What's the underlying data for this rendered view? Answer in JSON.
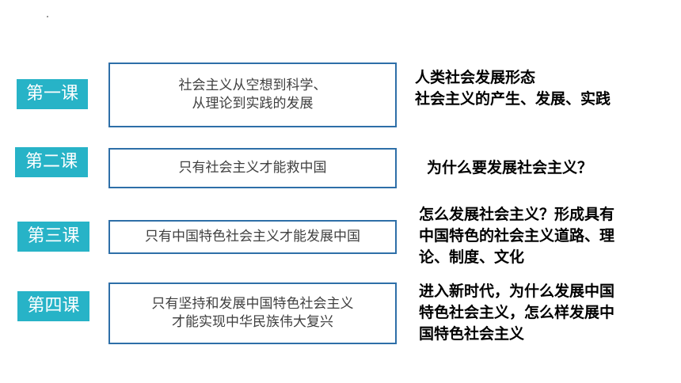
{
  "lessons": [
    {
      "tag": "第一课",
      "title_lines": [
        "社会主义从空想到科学、",
        "从理论到实践的发展"
      ],
      "note_lines": [
        "人类社会发展形态",
        "社会主义的产生、发展、实践"
      ]
    },
    {
      "tag": "第二课",
      "title_lines": [
        "只有社会主义才能救中国"
      ],
      "note_lines": [
        "为什么要发展社会主义？"
      ]
    },
    {
      "tag": "第三课",
      "title_lines": [
        "只有中国特色社会主义才能发展中国"
      ],
      "note_lines": [
        "怎么发展社会主义？形成具有",
        "中国特色的社会主义道路、理",
        "论、制度、文化"
      ]
    },
    {
      "tag": "第四课",
      "title_lines": [
        "只有坚持和发展中国特色社会主义",
        "才能实现中华民族伟大复兴"
      ],
      "note_lines": [
        "进入新时代，为什么发展中国",
        "特色社会主义，怎么样发展中",
        "国特色社会主义"
      ]
    }
  ]
}
